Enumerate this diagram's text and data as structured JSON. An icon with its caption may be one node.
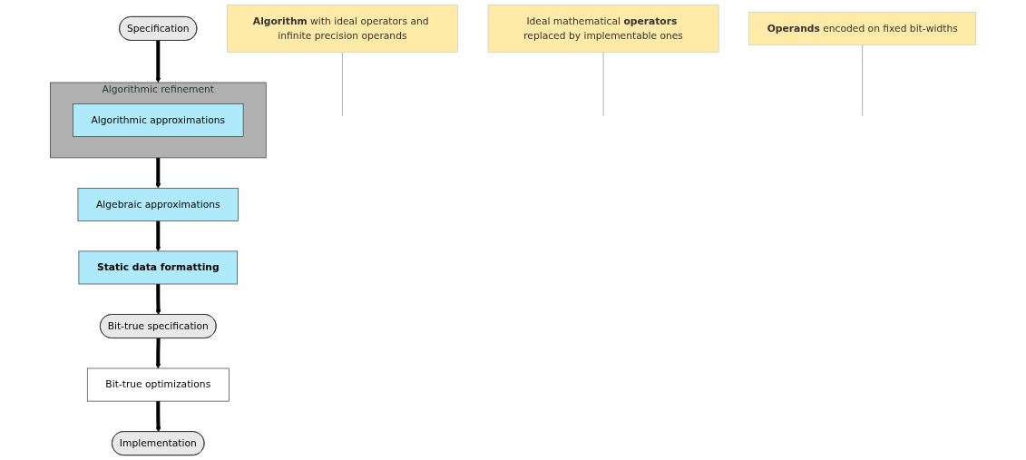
{
  "diagram": {
    "nodes": [
      {
        "text": [
          "Specification"
        ]
      },
      {
        "text": [
          "Algorithmic refinement"
        ]
      },
      {
        "text": [
          "Algorithmic approximations"
        ],
        "in": 1
      },
      {
        "text": [
          "Algebraic approximations"
        ]
      },
      {
        "text": [
          "Static data formatting"
        ]
      },
      {
        "text": [
          "Bit-true specification"
        ]
      },
      {
        "text": [
          "Bit-true optimizations"
        ]
      },
      {
        "text": [
          "Implementation"
        ]
      },
      {
        "text": [
          "**Algorithm** with ideal operators and infinite precision operands"
        ]
      },
      {
        "text": [
          "Ideal mathematical **operators** replaced by implementable ones"
        ]
      },
      {
        "text": [
          "**Operands** encoded on fixed bit-widths"
        ]
      }
    ],
    "edges": [
      {
        "from": 0,
        "to": 1,
        "arrow": "to"
      },
      {
        "from": 1,
        "to": 3,
        "arrow": "to"
      },
      {
        "from": 3,
        "to": 4,
        "arrow": "to"
      },
      {
        "from": 4,
        "to": 5,
        "arrow": "to"
      },
      {
        "from": 5,
        "to": 6,
        "arrow": "to"
      },
      {
        "from": 6,
        "to": 7,
        "arrow": "to"
      },
      {
        "from": 8,
        "to": null,
        "arrow": "none",
        "color": "#b0b0b0"
      },
      {
        "from": 9,
        "to": null,
        "arrow": "none",
        "color": "#b0b0b0"
      },
      {
        "from": 10,
        "to": null,
        "arrow": "none",
        "color": "#b0b0b0"
      }
    ]
  }
}
